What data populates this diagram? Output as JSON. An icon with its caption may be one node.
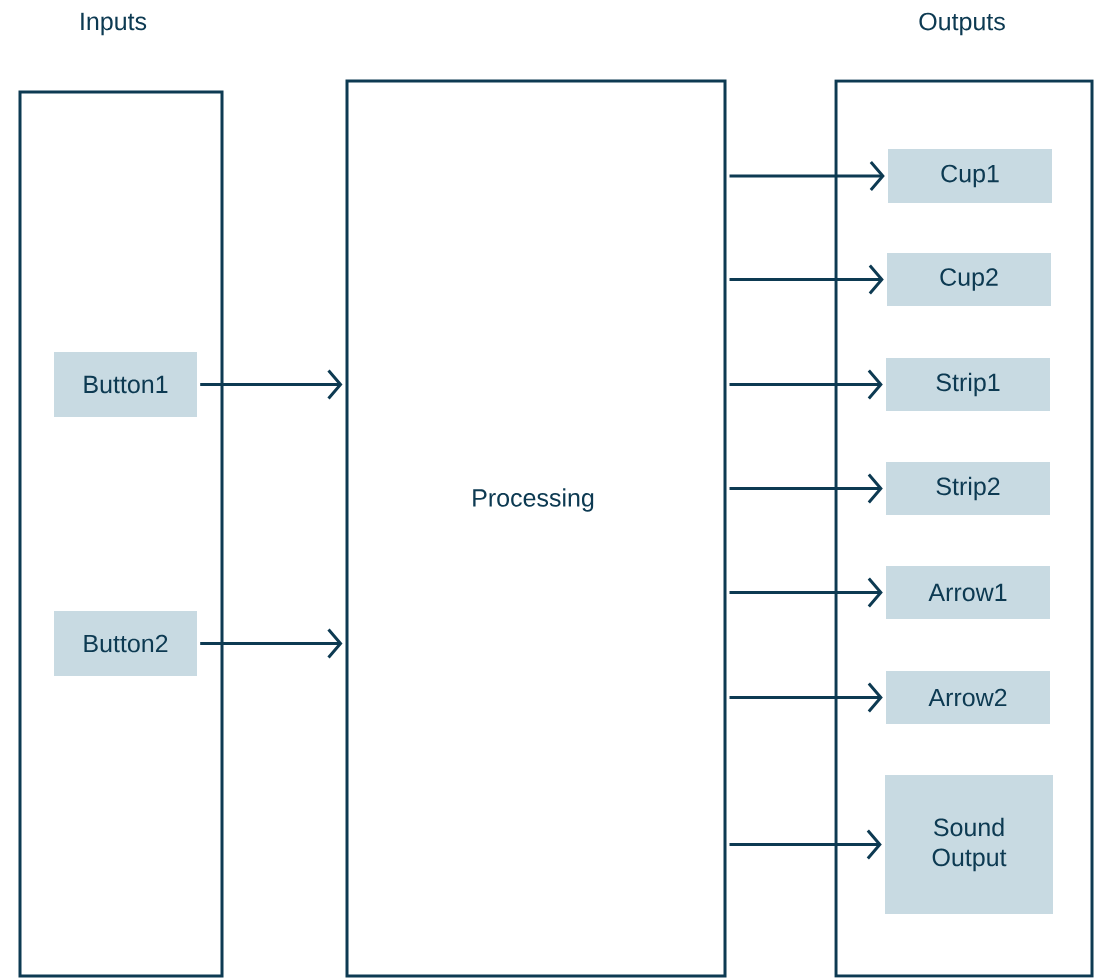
{
  "diagram": {
    "nodes": [
      {
        "text": [
          "Inputs"
        ]
      },
      {
        "text": [
          "Processing"
        ]
      },
      {
        "text": [
          "Outputs"
        ]
      },
      {
        "text": [
          "Button1"
        ],
        "in": 0
      },
      {
        "text": [
          "Button2"
        ],
        "in": 0
      },
      {
        "text": [
          "Cup1"
        ],
        "in": 2
      },
      {
        "text": [
          "Cup2"
        ],
        "in": 2
      },
      {
        "text": [
          "Strip1"
        ],
        "in": 2
      },
      {
        "text": [
          "Strip2"
        ],
        "in": 2
      },
      {
        "text": [
          "Arrow1"
        ],
        "in": 2
      },
      {
        "text": [
          "Arrow2"
        ],
        "in": 2
      },
      {
        "text": [
          "Sound Output"
        ],
        "in": 2
      }
    ],
    "edges": [
      {
        "from": 3,
        "to": 1,
        "arrow": "to"
      },
      {
        "from": 4,
        "to": 1,
        "arrow": "to"
      },
      {
        "from": 1,
        "to": 5,
        "arrow": "to"
      },
      {
        "from": 1,
        "to": 6,
        "arrow": "to"
      },
      {
        "from": 1,
        "to": 7,
        "arrow": "to"
      },
      {
        "from": 1,
        "to": 8,
        "arrow": "to"
      },
      {
        "from": 1,
        "to": 9,
        "arrow": "to"
      },
      {
        "from": 1,
        "to": 10,
        "arrow": "to"
      },
      {
        "from": 1,
        "to": 11,
        "arrow": "to"
      }
    ]
  }
}
